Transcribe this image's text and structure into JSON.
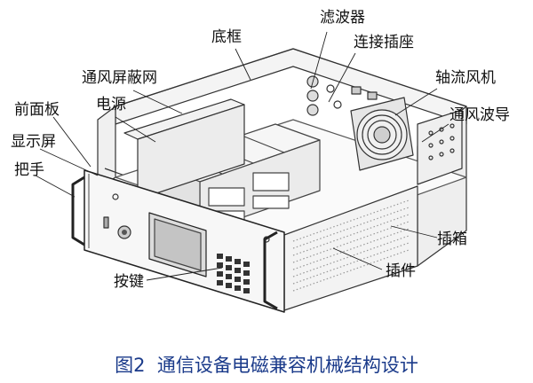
{
  "figure": {
    "caption_number": "图2",
    "caption_title": "通信设备电磁兼容机械结构设计",
    "labels": {
      "filter": "滤波器",
      "base_frame": "底框",
      "connector": "连接插座",
      "vent_mesh": "通风屏蔽网",
      "axial_fan": "轴流风机",
      "power_supply": "电源",
      "front_panel": "前面板",
      "vent_waveguide": "通风波导",
      "display": "显示屏",
      "handle": "把手",
      "chassis": "插箱",
      "keypad": "按键",
      "plugin_module": "插件"
    }
  }
}
